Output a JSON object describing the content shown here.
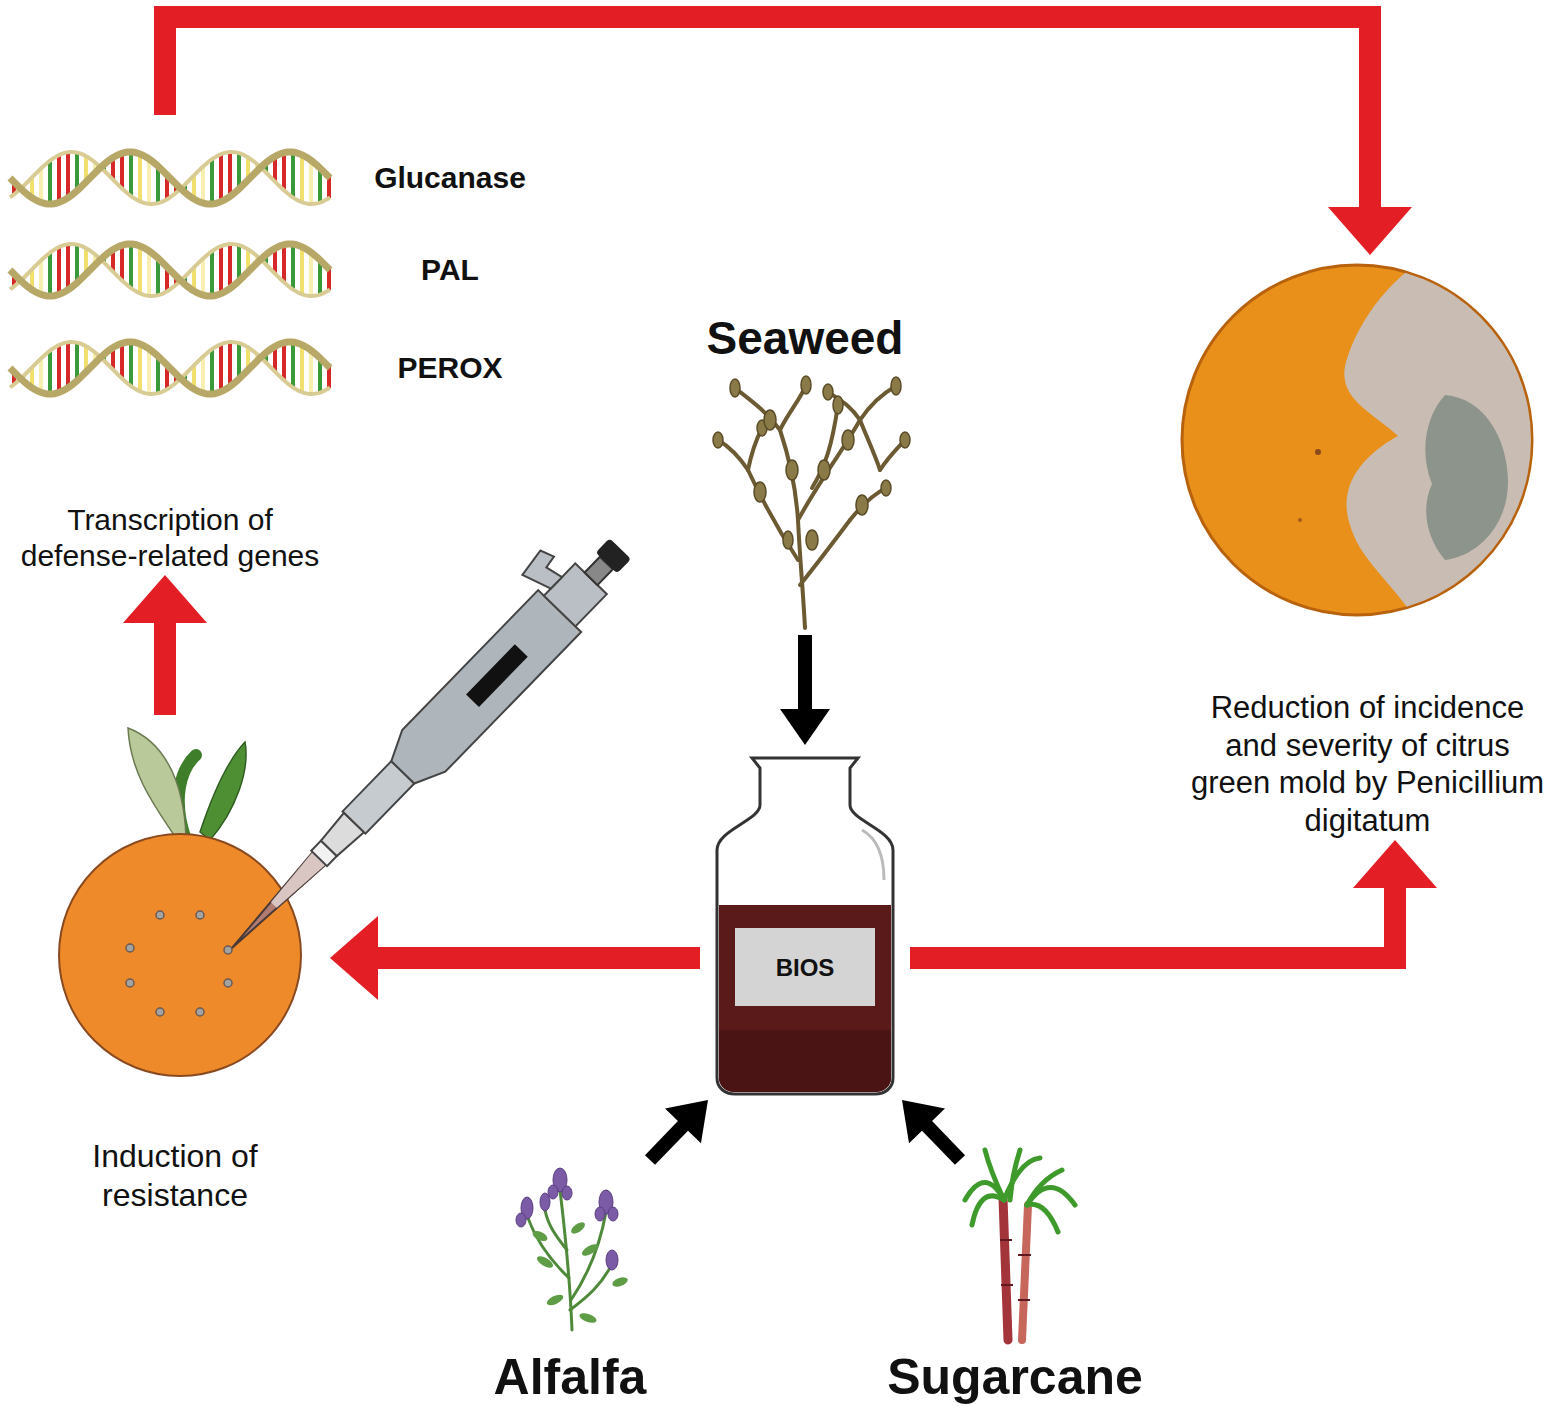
{
  "diagram": {
    "nodes": [
      {
        "text": [
          "Seaweed"
        ]
      },
      {
        "text": [
          "BIOS"
        ]
      },
      {
        "text": [
          "Alfalfa"
        ]
      },
      {
        "text": [
          "Sugarcane"
        ]
      },
      {
        "text": [
          "Induction of resistance"
        ]
      },
      {
        "text": [
          "Glucanase",
          "PAL",
          "PEROX",
          "Transcription of defense-related genes"
        ]
      },
      {
        "text": [
          "Reduction of incidence and severity of citrus green mold by Penicillium digitatum"
        ]
      }
    ],
    "edges": [
      {
        "from": 0,
        "to": 1,
        "arrow": "to"
      },
      {
        "from": 2,
        "to": 1,
        "arrow": "to"
      },
      {
        "from": 3,
        "to": 1,
        "arrow": "to"
      },
      {
        "from": 1,
        "to": 4,
        "arrow": "to"
      },
      {
        "from": 4,
        "to": 5,
        "arrow": "to"
      },
      {
        "from": 1,
        "to": 6,
        "arrow": "to"
      },
      {
        "from": 5,
        "to": 6,
        "arrow": "to"
      }
    ]
  }
}
